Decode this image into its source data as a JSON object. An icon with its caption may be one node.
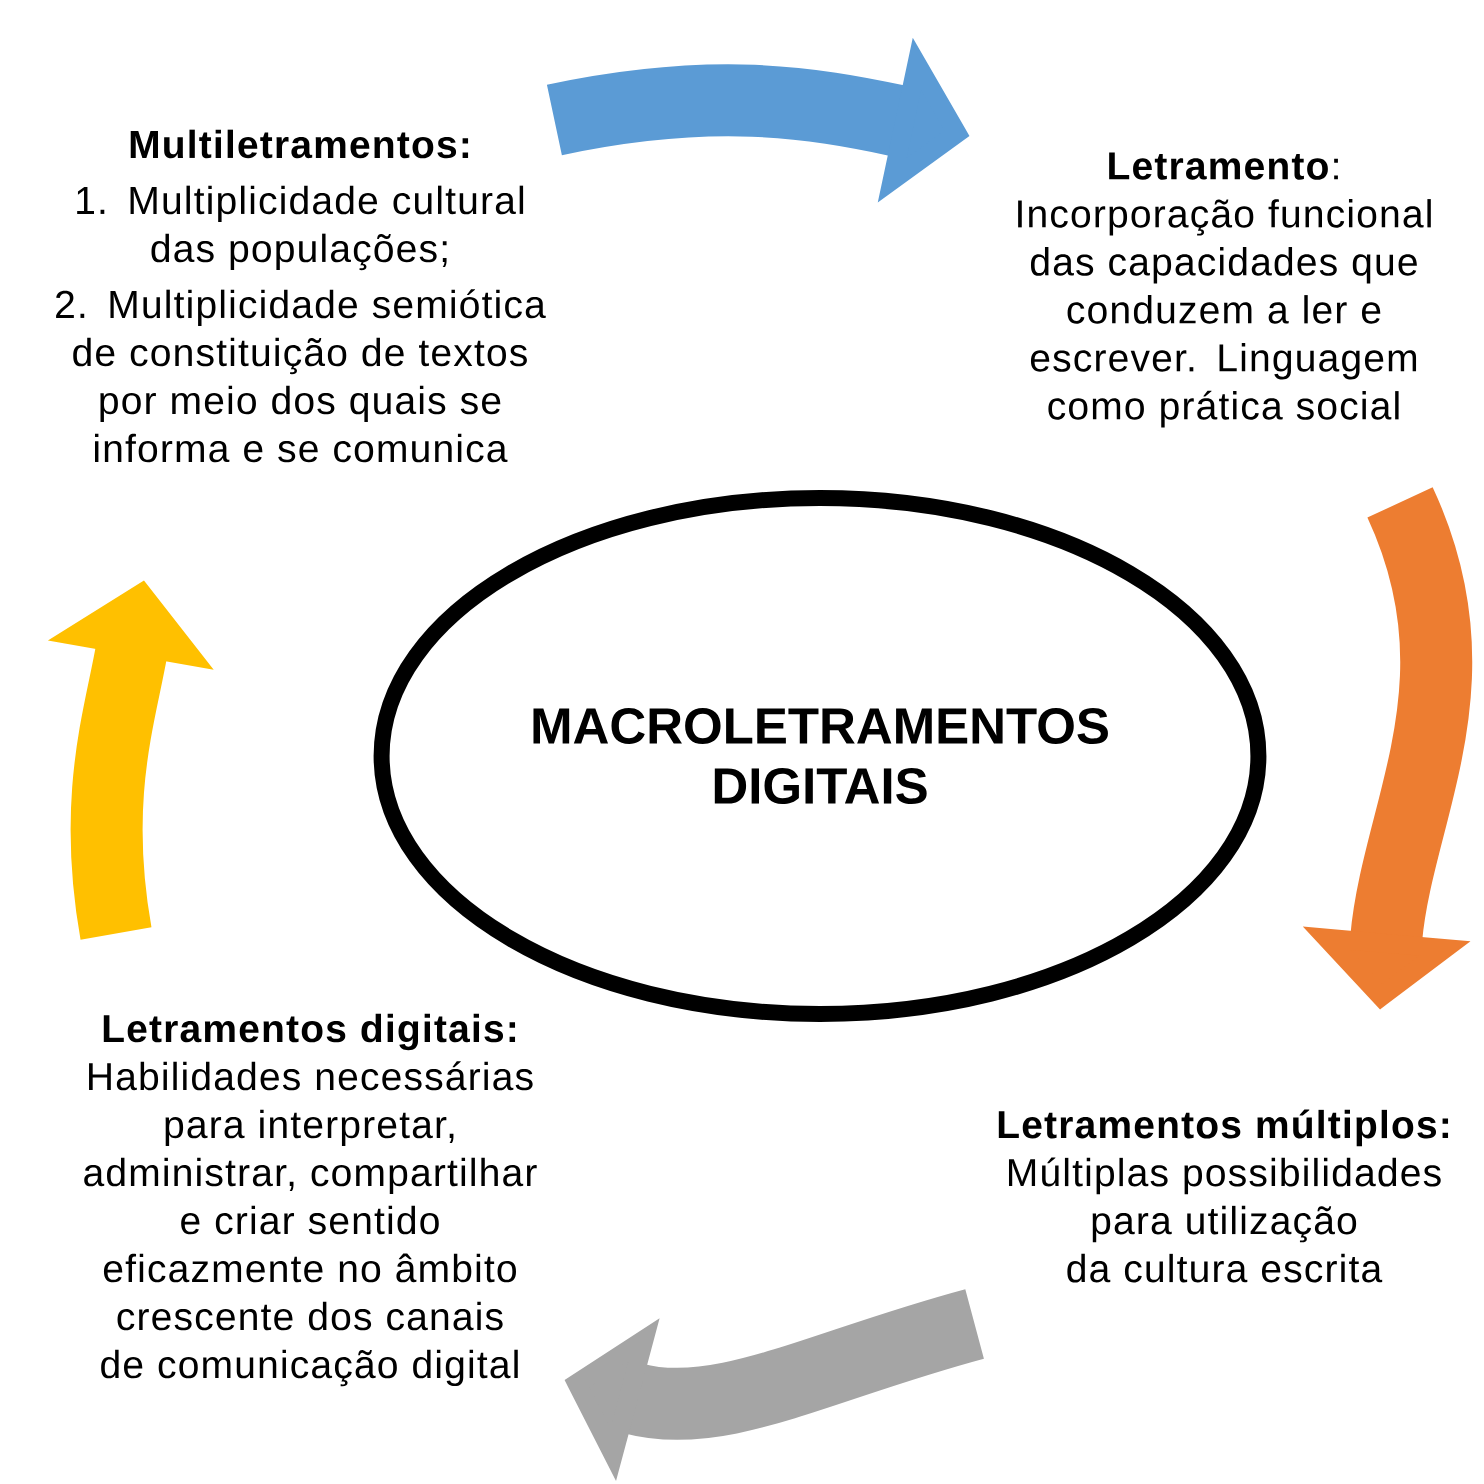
{
  "diagram": {
    "nodes": [
      {
        "text": [
          "MACROLETRAMENTOS DIGITAIS"
        ]
      },
      {
        "text": [
          "Multiletramentos:",
          "1. Multiplicidade cultural das populações;",
          "2. Multiplicidade semiótica de constituição de textos por meio dos quais se informa e se comunica"
        ]
      },
      {
        "text": [
          "**Letramento**:",
          "Incorporação funcional das capacidades que conduzem a ler e escrever. Linguagem como prática social"
        ]
      },
      {
        "text": [
          "**Letramentos múltiplos:** Múltiplas possibilidades para utilização da cultura escrita"
        ]
      },
      {
        "text": [
          "Letramentos digitais:",
          "Habilidades necessárias para interpretar, administrar, compartilhar e criar sentido eficazmente no âmbito crescente dos canais de comunicação digital"
        ]
      }
    ],
    "edges": [
      {
        "from": 1,
        "to": 2,
        "arrow": "to",
        "color": "#5b9bd5"
      },
      {
        "from": 2,
        "to": 3,
        "arrow": "to",
        "color": "#ed7d31"
      },
      {
        "from": 3,
        "to": 4,
        "arrow": "to",
        "color": "#a5a5a5"
      },
      {
        "from": 4,
        "to": 1,
        "arrow": "to",
        "color": "#ffc000"
      }
    ]
  }
}
